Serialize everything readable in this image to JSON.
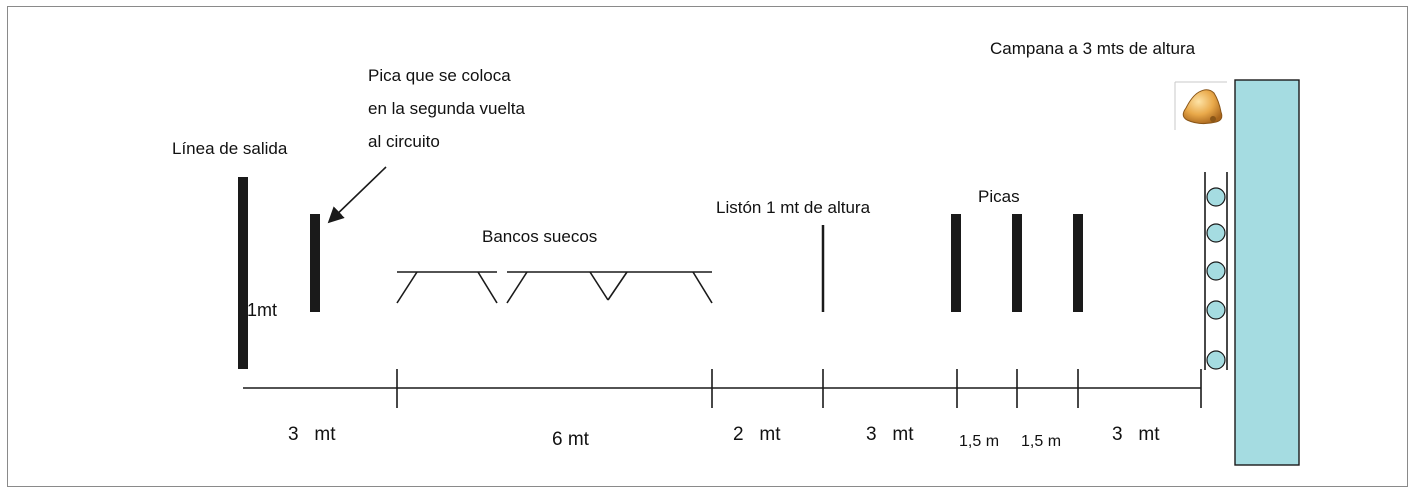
{
  "labels": {
    "linea_salida": "Línea de salida",
    "pica_note_1": "Pica que se coloca",
    "pica_note_2": "en la segunda vuelta",
    "pica_note_3": "al circuito",
    "bancos": "Bancos suecos",
    "liston": "Listón 1 mt de altura",
    "picas": "Picas",
    "campana": "Campana a 3 mts de altura",
    "one_mt": "1mt"
  },
  "measurements": [
    "3   mt",
    "6 mt",
    "2   mt",
    "3   mt",
    "1,5 m",
    "1,5 m",
    "3   mt"
  ],
  "colors": {
    "wall": "#a5dce1",
    "balls": "#a5dce1",
    "lines": "#1a1a1a",
    "bell": "#e9a94a"
  },
  "icons": [
    "bell-icon"
  ]
}
